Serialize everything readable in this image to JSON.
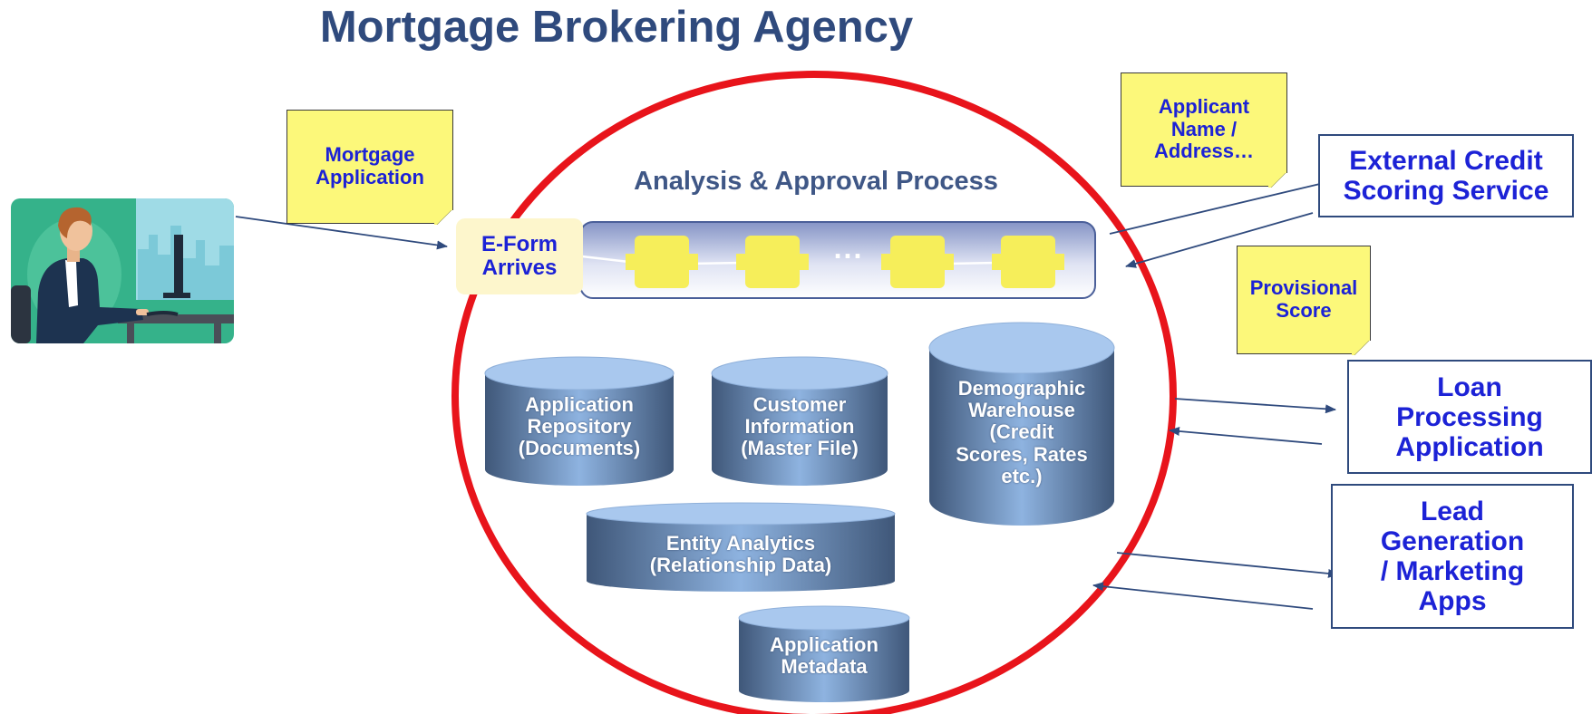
{
  "title": "Mortgage Brokering Agency",
  "process": {
    "title": "Analysis & Approval Process",
    "ellipsis": "...",
    "eform_label": "E-Form\nArrives"
  },
  "notes": {
    "mortgage_application": "Mortgage\nApplication",
    "applicant_name": "Applicant\nName /\nAddress…",
    "provisional_score": "Provisional\nScore"
  },
  "external_systems": {
    "credit_scoring": "External Credit\nScoring Service",
    "loan_processing": "Loan\nProcessing\nApplication",
    "lead_generation": "Lead\nGeneration\n/ Marketing\nApps"
  },
  "data_stores": {
    "application_repository": "Application\nRepository\n(Documents)",
    "customer_information": "Customer\nInformation\n(Master File)",
    "demographic_warehouse": "Demographic\nWarehouse\n(Credit\nScores, Rates\netc.)",
    "entity_analytics": "Entity Analytics\n(Relationship Data)",
    "application_metadata": "Application\nMetadata"
  },
  "colors": {
    "title": "#2f4a7d",
    "circle": "#e8141b",
    "note_fill": "#fcf87a",
    "label_blue": "#1c22d6",
    "arrow": "#2f4a7d",
    "cylinder_light": "#a9c8ee",
    "cylinder_dark": "#4a6386"
  }
}
